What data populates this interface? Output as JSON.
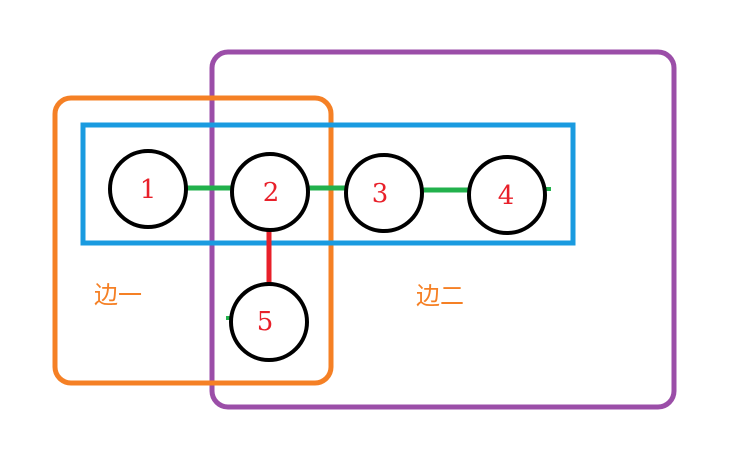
{
  "colors": {
    "background": "#ffffff",
    "orange": "#f58025",
    "purple": "#9b4ea8",
    "blue": "#1a9be0",
    "green": "#22b14c",
    "red": "#e8202a",
    "node_stroke": "#000000",
    "node_label": "#e8202a",
    "region_label": "#f58025"
  },
  "nodes": [
    {
      "id": "1",
      "label": "1"
    },
    {
      "id": "2",
      "label": "2"
    },
    {
      "id": "3",
      "label": "3"
    },
    {
      "id": "4",
      "label": "4"
    },
    {
      "id": "5",
      "label": "5"
    }
  ],
  "edges": [
    {
      "from": "1",
      "to": "2",
      "color": "green"
    },
    {
      "from": "2",
      "to": "3",
      "color": "green"
    },
    {
      "from": "3",
      "to": "4",
      "color": "green"
    },
    {
      "from": "2",
      "to": "5",
      "color": "red"
    }
  ],
  "regions": {
    "edge_one": {
      "label": "边一",
      "color": "orange"
    },
    "edge_two": {
      "label": "边二",
      "color": "purple"
    },
    "path_box": {
      "color": "blue"
    }
  }
}
